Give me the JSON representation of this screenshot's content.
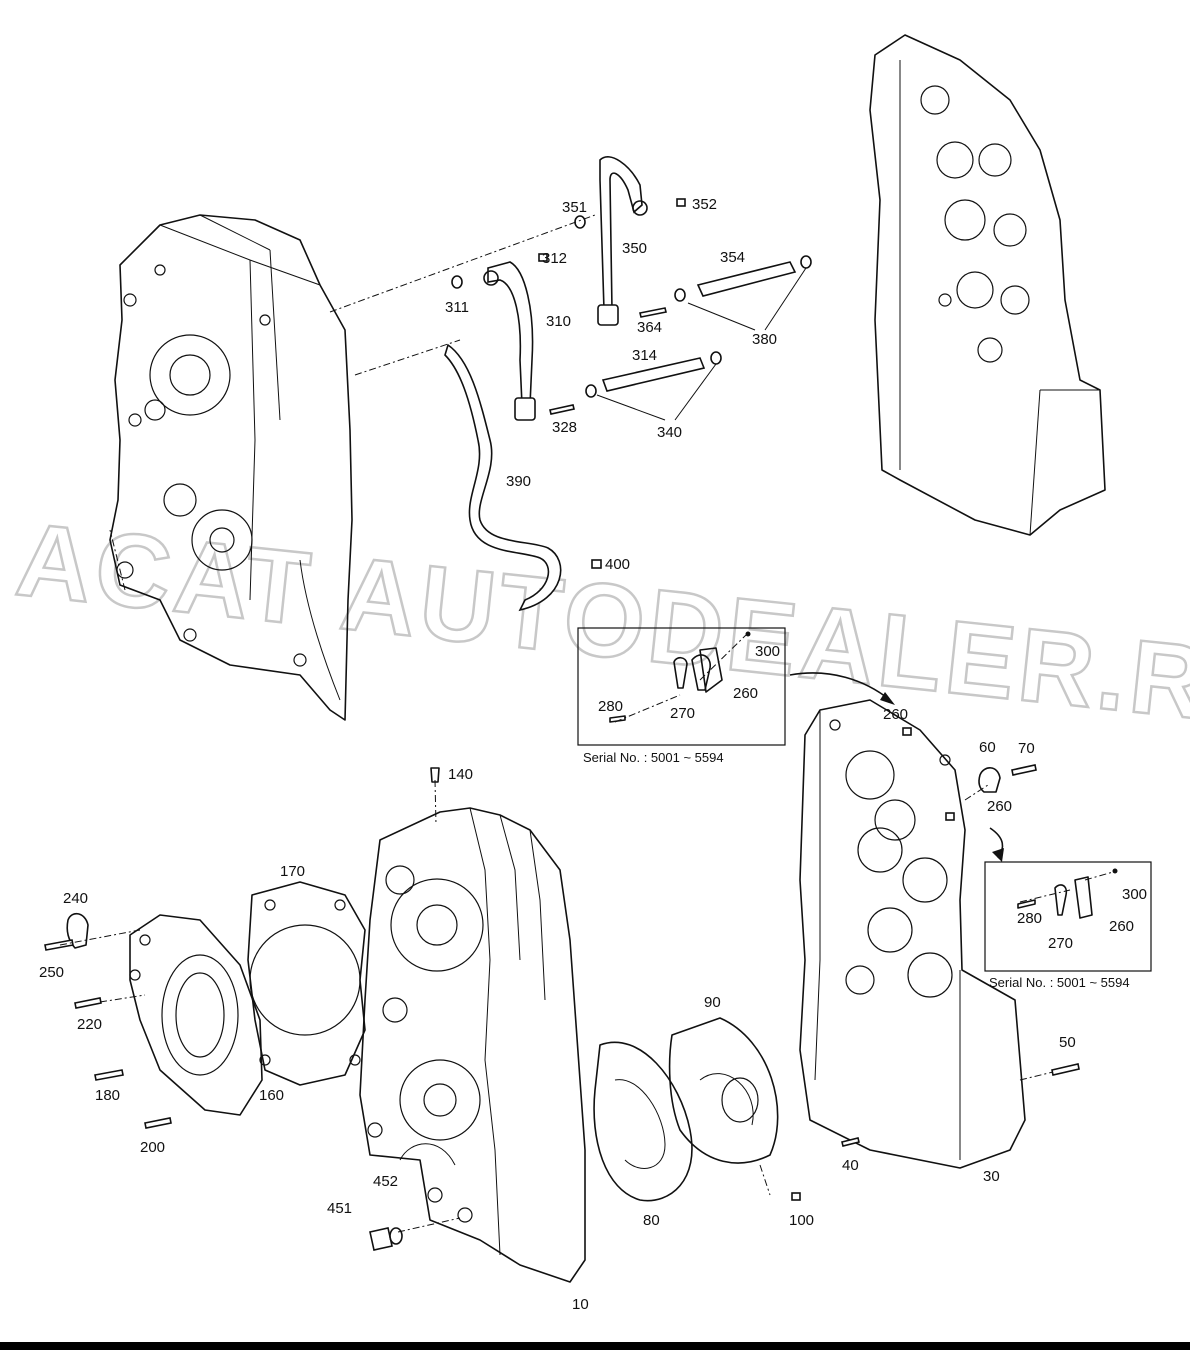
{
  "watermark": "ACAT AUTODEALER.RU",
  "callouts": [
    {
      "id": "351",
      "label": "351"
    },
    {
      "id": "352",
      "label": "352"
    },
    {
      "id": "312",
      "label": "312"
    },
    {
      "id": "350",
      "label": "350"
    },
    {
      "id": "354",
      "label": "354"
    },
    {
      "id": "311",
      "label": "311"
    },
    {
      "id": "310",
      "label": "310"
    },
    {
      "id": "364",
      "label": "364"
    },
    {
      "id": "380",
      "label": "380"
    },
    {
      "id": "314",
      "label": "314"
    },
    {
      "id": "328",
      "label": "328"
    },
    {
      "id": "340",
      "label": "340"
    },
    {
      "id": "390",
      "label": "390"
    },
    {
      "id": "400",
      "label": "400"
    },
    {
      "id": "300a",
      "label": "300"
    },
    {
      "id": "260a",
      "label": "260"
    },
    {
      "id": "280a",
      "label": "280"
    },
    {
      "id": "270a",
      "label": "270"
    },
    {
      "id": "260b",
      "label": "260"
    },
    {
      "id": "60",
      "label": "60"
    },
    {
      "id": "70",
      "label": "70"
    },
    {
      "id": "140",
      "label": "140"
    },
    {
      "id": "260c",
      "label": "260"
    },
    {
      "id": "170",
      "label": "170"
    },
    {
      "id": "300b",
      "label": "300"
    },
    {
      "id": "240",
      "label": "240"
    },
    {
      "id": "280b",
      "label": "280"
    },
    {
      "id": "260d",
      "label": "260"
    },
    {
      "id": "250",
      "label": "250"
    },
    {
      "id": "270b",
      "label": "270"
    },
    {
      "id": "90",
      "label": "90"
    },
    {
      "id": "220",
      "label": "220"
    },
    {
      "id": "50",
      "label": "50"
    },
    {
      "id": "180",
      "label": "180"
    },
    {
      "id": "160",
      "label": "160"
    },
    {
      "id": "200",
      "label": "200"
    },
    {
      "id": "40",
      "label": "40"
    },
    {
      "id": "30",
      "label": "30"
    },
    {
      "id": "452",
      "label": "452"
    },
    {
      "id": "451",
      "label": "451"
    },
    {
      "id": "80",
      "label": "80"
    },
    {
      "id": "100",
      "label": "100"
    },
    {
      "id": "10",
      "label": "10"
    }
  ],
  "detail_boxes": [
    {
      "id": "detail-a",
      "serial": "Serial No.  : 5001 ~ 5594"
    },
    {
      "id": "detail-b",
      "serial": "Serial No.  : 5001 ~ 5594"
    }
  ]
}
